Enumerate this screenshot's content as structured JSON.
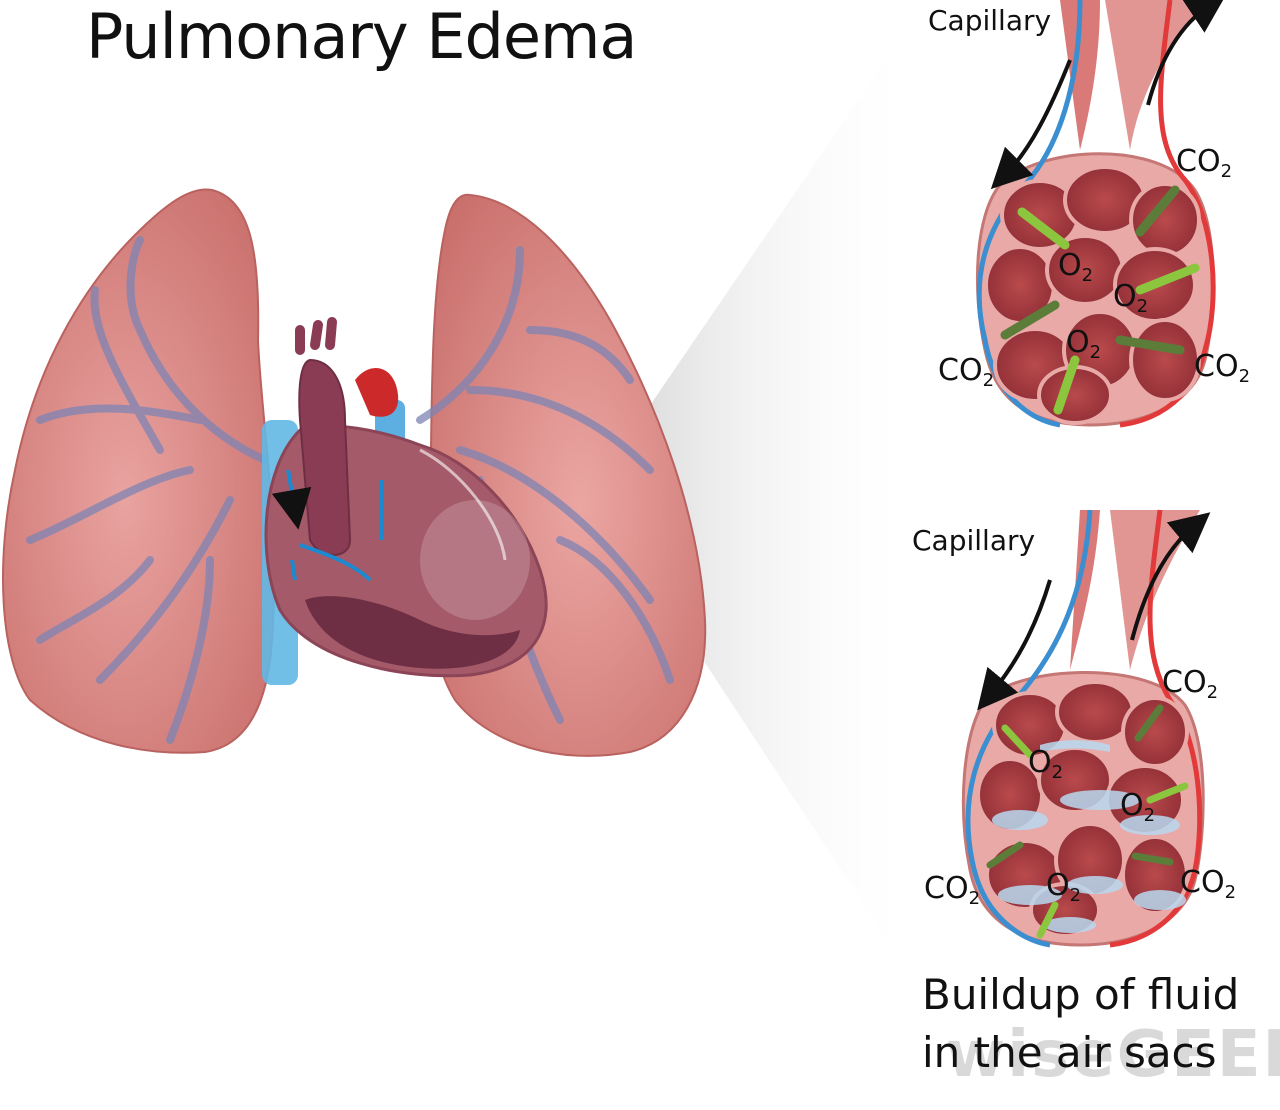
{
  "title": "Pulmonary Edema",
  "labels": {
    "capillary_top": "Capillary",
    "capillary_bottom": "Capillary",
    "co2": "CO",
    "o2": "O",
    "subscript_2": "2"
  },
  "caption": {
    "line1": "Buildup of fluid",
    "line2": "in the air sacs"
  },
  "watermark": "wiseGEEK",
  "colors": {
    "lung": "#d98683",
    "vein_blue": "#3b8fd0",
    "artery_red": "#e23a3a",
    "fluid": "#b9d9f0",
    "arrow_green": "#8cc63f",
    "arrow_dark_green": "#5c7d3a"
  }
}
